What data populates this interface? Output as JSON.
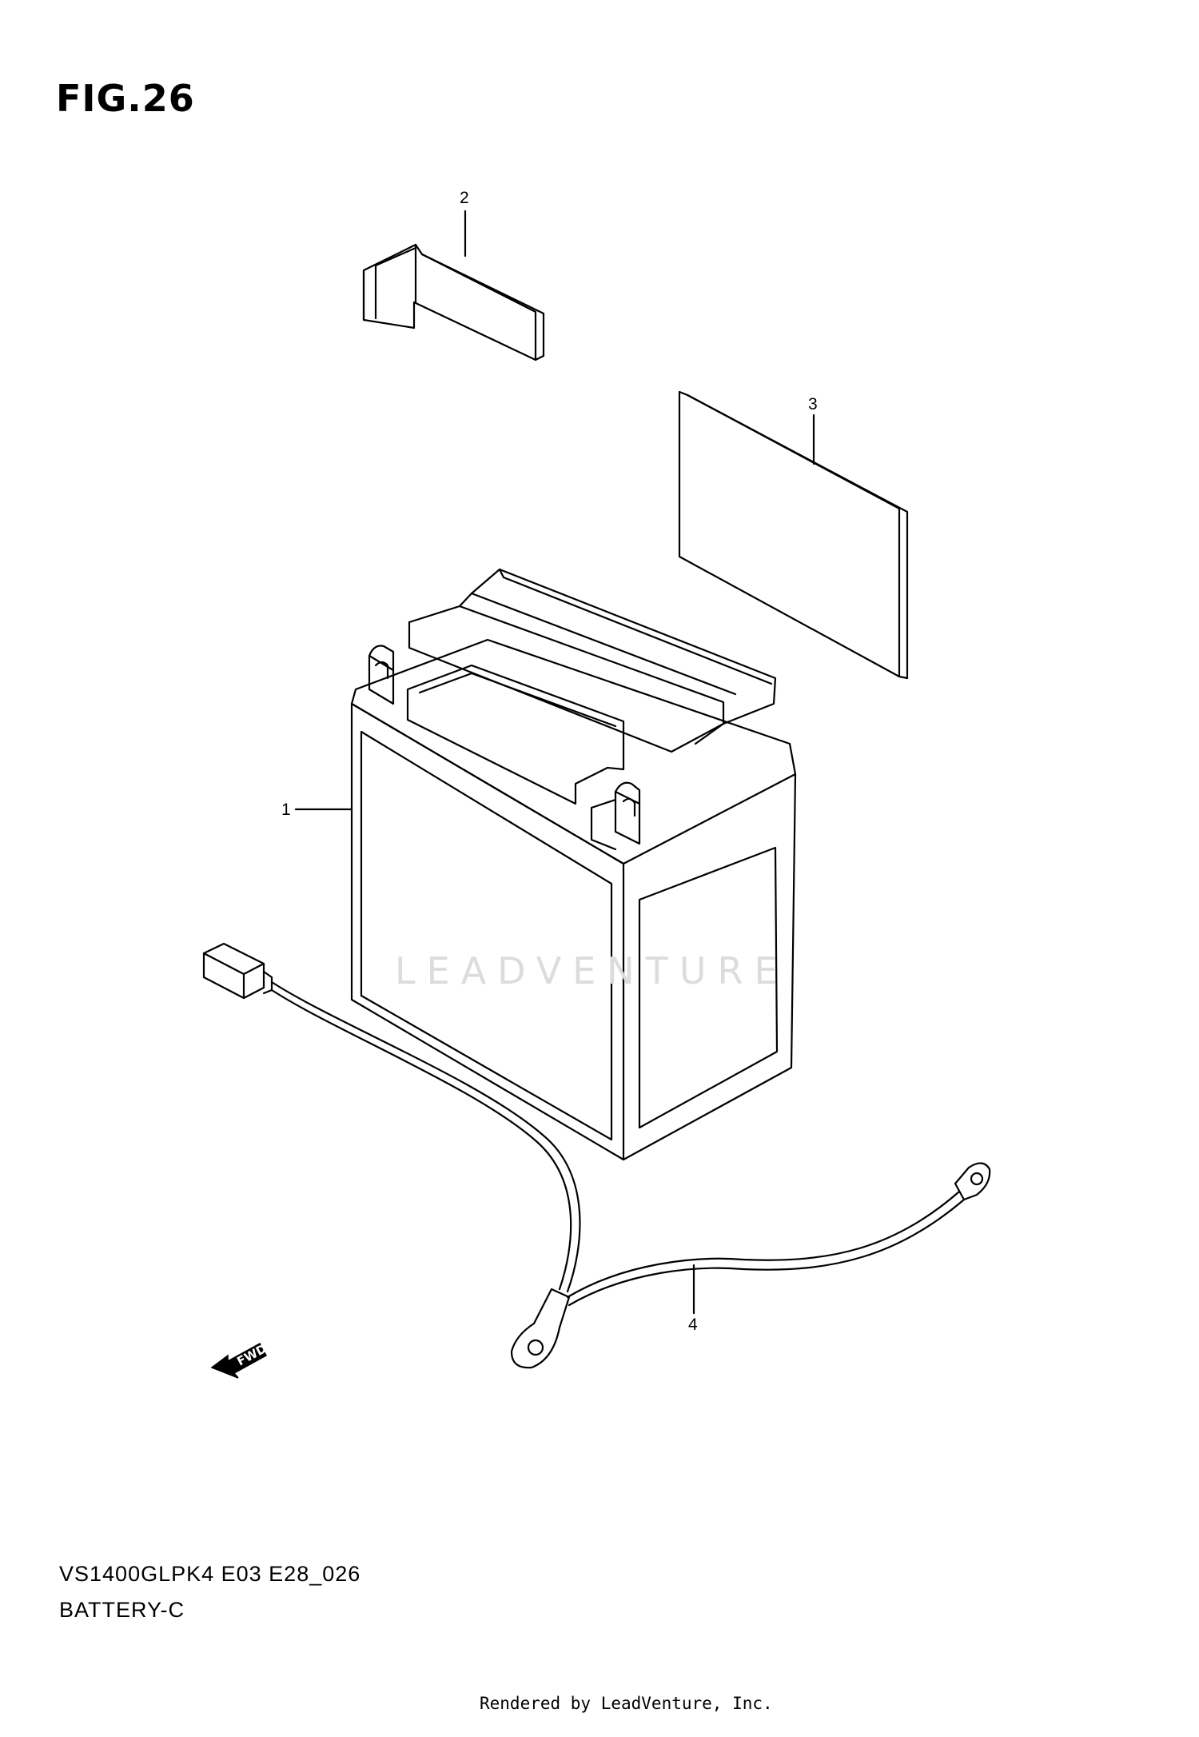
{
  "figure": {
    "title": "FIG.26",
    "model_code": "VS1400GLPK4 E03 E28_026",
    "section": "BATTERY-C",
    "footer": "Rendered by LeadVenture, Inc.",
    "watermark": "LEADVENTURE",
    "direction_marker": "FWD"
  },
  "parts": [
    {
      "ref": "1",
      "part": "battery"
    },
    {
      "ref": "2",
      "part": "battery-holder-bracket"
    },
    {
      "ref": "3",
      "part": "pad"
    },
    {
      "ref": "4",
      "part": "cable-lead"
    }
  ]
}
